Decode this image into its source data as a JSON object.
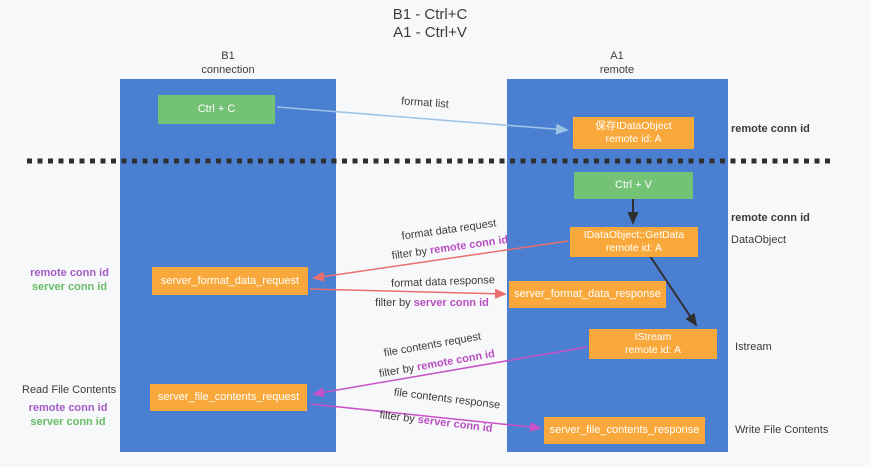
{
  "title": {
    "line1": "B1 - Ctrl+C",
    "line2": "A1 - Ctrl+V"
  },
  "columns": {
    "left": {
      "header_line1": "B1",
      "header_line2": "connection"
    },
    "right": {
      "header_line1": "A1",
      "header_line2": "remote"
    }
  },
  "nodes": {
    "ctrl_c": {
      "label": "Ctrl + C"
    },
    "ctrl_v": {
      "label": "Ctrl + V"
    },
    "save_idataobject": {
      "line1": "保存IDataObject",
      "line2": "remote id: A"
    },
    "idataobject_getdata": {
      "line1": "IDataObject::GetData",
      "line2": "remote id: A"
    },
    "istream": {
      "line1": "IStream",
      "line2": "remote id: A"
    },
    "server_format_data_request": {
      "label": "server_format_data_request"
    },
    "server_format_data_response": {
      "label": "server_format_data_response"
    },
    "server_file_contents_request": {
      "label": "server_file_contents_request"
    },
    "server_file_contents_response": {
      "label": "server_file_contents_response"
    }
  },
  "edge_labels": {
    "format_list": "format list",
    "format_data_request": "format data request",
    "format_data_response": "format data response",
    "file_contents_request": "file contents request",
    "file_contents_response": "file contents response",
    "filter_by": "filter by "
  },
  "side_labels": {
    "remote_conn_id": "remote conn id",
    "server_conn_id": "server conn id",
    "dataobject": "DataObject",
    "istream": "Istream",
    "read_file_contents": "Read File Contents",
    "write_file_contents": "Write File Contents"
  },
  "colors": {
    "column_blue": "#4a7fd1",
    "node_orange": "#f9a93c",
    "node_green": "#74c276",
    "arrow_light_blue": "#9dc3e6",
    "arrow_red": "#ec6d6d",
    "arrow_magenta": "#c950c9",
    "arrow_black": "#2f2f2f",
    "label_purple": "#a35bc5",
    "label_green": "#67bd67"
  }
}
